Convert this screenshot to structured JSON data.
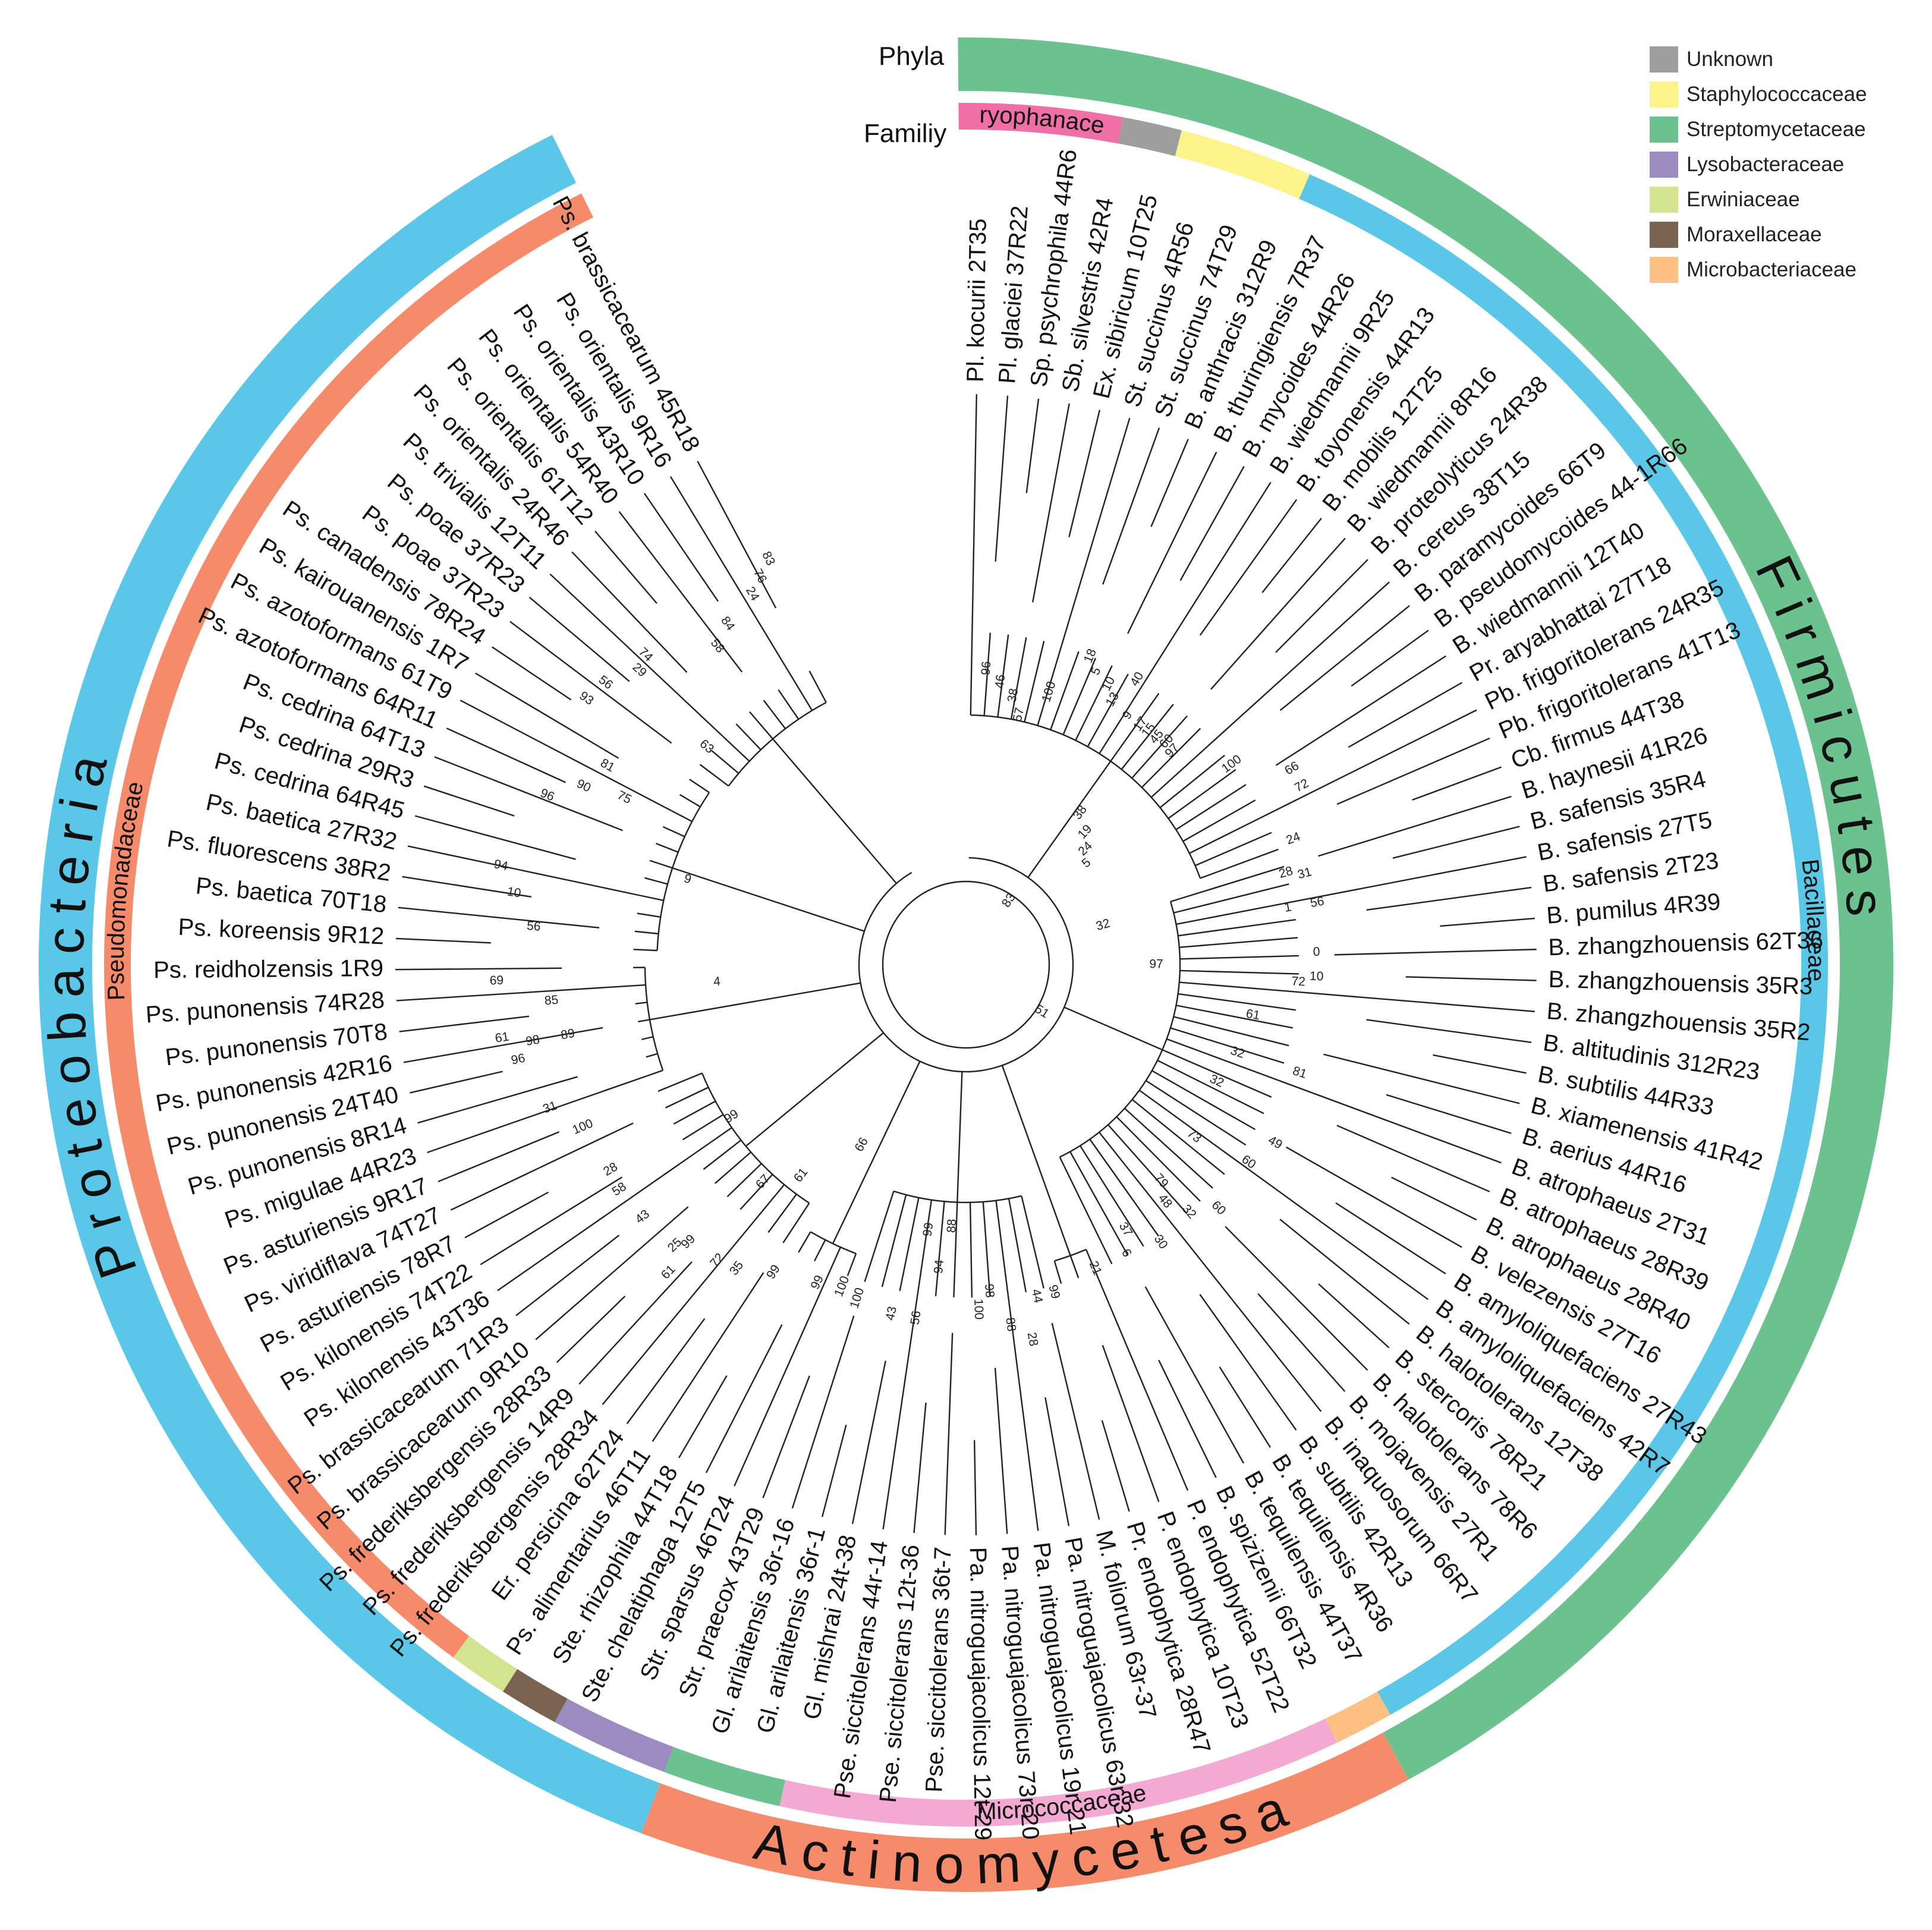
{
  "labels": {
    "phyla": "Phyla",
    "family": "Familiy"
  },
  "legend": [
    {
      "name": "Unknown",
      "color": "#9e9e9e"
    },
    {
      "name": "Staphylococcaceae",
      "color": "#fcf48a"
    },
    {
      "name": "Streptomycetaceae",
      "color": "#6cc28f"
    },
    {
      "name": "Lysobacteraceae",
      "color": "#9b8bc0"
    },
    {
      "name": "Erwiniaceae",
      "color": "#d4e38e"
    },
    {
      "name": "Moraxellaceae",
      "color": "#7a6250"
    },
    {
      "name": "Microbacteriaceae",
      "color": "#fcc182"
    }
  ],
  "phyla_ring": [
    {
      "name": "Firmicutes",
      "color": "#6cc28f",
      "from": 0,
      "to": 152
    },
    {
      "name": "Actinomycetesa",
      "color": "#f68b6c",
      "from": 152,
      "to": 201
    },
    {
      "name": "Proteobacteria",
      "color": "#5bc7e8",
      "from": 201,
      "to": 334
    }
  ],
  "family_ring": [
    {
      "name": "Caryophanaceae",
      "color": "#f06fa6",
      "from": 0,
      "to": 11,
      "show": true
    },
    {
      "name": "",
      "color": "#9e9e9e",
      "from": 11,
      "to": 15,
      "show": false
    },
    {
      "name": "",
      "color": "#fcf48a",
      "from": 15,
      "to": 24,
      "show": false
    },
    {
      "name": "Bacillaceae",
      "color": "#5bc7e8",
      "from": 24,
      "to": 151,
      "show": true
    },
    {
      "name": "",
      "color": "#fcc182",
      "from": 151,
      "to": 155,
      "show": false
    },
    {
      "name": "Micrococcaceae",
      "color": "#f4a9d2",
      "from": 155,
      "to": 193,
      "show": true
    },
    {
      "name": "",
      "color": "#6cc28f",
      "from": 193,
      "to": 201,
      "show": false
    },
    {
      "name": "",
      "color": "#9b8bc0",
      "from": 201,
      "to": 209,
      "show": false
    },
    {
      "name": "",
      "color": "#7a6250",
      "from": 209,
      "to": 213,
      "show": false
    },
    {
      "name": "",
      "color": "#d4e38e",
      "from": 213,
      "to": 217,
      "show": false
    },
    {
      "name": "Pseudomonadaceae",
      "color": "#f68b6c",
      "from": 217,
      "to": 334,
      "show": true
    }
  ],
  "tips": [
    "Pl. kocurii 2T35",
    "Pl. glaciei 37R22",
    "Sp. psychrophila 44R6",
    "Sb. silvestris 42R4",
    "Ex. sibiricum 10T25",
    "St. succinus 4R56",
    "St. succinus 74T29",
    "B. anthracis 312R9",
    "B. thuringiensis 7R37",
    "B. mycoides 44R26",
    "B. wiedmannii 9R25",
    "B. toyonensis 44R13",
    "B. mobilis 12T25",
    "B. wiedmannii 8R16",
    "B. proteolyticus 24R38",
    "B. cereus 38T15",
    "B. paramycoides 66T9",
    "B. pseudomycoides 44-1R66",
    "B. wiedmannii 12T40",
    "Pr. aryabhattai 27T18",
    "Pb. frigoritolerans 24R35",
    "Pb. frigoritolerans 41T13",
    "Cb. firmus 44T38",
    "B. haynesii 41R26",
    "B. safensis 35R4",
    "B. safensis 27T5",
    "B. safensis 2T23",
    "B. pumilus 4R39",
    "B. zhangzhouensis 62T36",
    "B. zhangzhouensis 35R3",
    "B. zhangzhouensis 35R2",
    "B. altitudinis 312R23",
    "B. subtilis 44R33",
    "B. xiamenensis 41R42",
    "B. aerius 44R16",
    "B. atrophaeus 2T31",
    "B. atrophaeus 28R39",
    "B. atrophaeus 28R40",
    "B. velezensis 27T16",
    "B. amyloliquefaciens 27R43",
    "B. amyloliquefaciens 42R7",
    "B. halotolerans 12T38",
    "B. stercoris 78R21",
    "B. halotolerans 78R6",
    "B. mojavensis 27R1",
    "B. inaquosorum 66R7",
    "B. subtilis 42R13",
    "B. tequilensis 4R36",
    "B. tequilensis 44T37",
    "B. spizizenii 66T32",
    "P. endophytica 52T22",
    "P. endophytica 10T23",
    "Pr. endophytica 28R47",
    "M. foliorum 63r-37",
    "Pa. nitroguajacolicus 63r-32",
    "Pa. nitroguajacolicus 19r-21",
    "Pa. nitroguajacolicus 73r-20",
    "Pa. nitroguajacolicus 12t-29",
    "Pse. siccitolerans 36t-7",
    "Pse. siccitolerans 12t-36",
    "Pse. siccitolerans 44r-14",
    "Gl. mishrai 24t-38",
    "Gl. arilaitensis 36r-1",
    "Gl. arilaitensis 36r-16",
    "Str. praecox 43T29",
    "Str. sparsus 46T24",
    "Ste. chelatiphaga 12T5",
    "Ste. rhizophila 44T18",
    "Ps. alimentarius 46T11",
    "Er. persicina 62T24",
    "Ps. frederiksbergensis 28R34",
    "Ps. frederiksbergensis 14R9",
    "Ps. frederiksbergensis 28R33",
    "Ps. brassicacearum 9R10",
    "Ps. brassicacearum 71R3",
    "Ps. kilonensis 43T36",
    "Ps. kilonensis 74T22",
    "Ps. asturiensis 78R7",
    "Ps. viridiflava 74T27",
    "Ps. asturiensis 9R17",
    "Ps. migulae 44R23",
    "Ps. punonensis 8R14",
    "Ps. punonensis 24T40",
    "Ps. punonensis 42R16",
    "Ps. punonensis 70T8",
    "Ps. punonensis 74R28",
    "Ps. reidholzensis 1R9",
    "Ps. koreensis 9R12",
    "Ps. baetica 70T18",
    "Ps. fluorescens 38R2",
    "Ps. baetica 27R32",
    "Ps. cedrina 64R45",
    "Ps. cedrina 29R3",
    "Ps. cedrina 64T13",
    "Ps. azotoformans 64R11",
    "Ps. azotoformans 61T9",
    "Ps. kairouanensis 1R7",
    "Ps. canadensis 78R24",
    "Ps. poae 37R23",
    "Ps. poae 37R23",
    "Ps. trivialis 12T11",
    "Ps. orientalis 24R46",
    "Ps. orientalis 61T12",
    "Ps. orientalis 54R40",
    "Ps. orientalis 43R10",
    "Ps. orientalis 9R16",
    "Ps. brassicacearum 45R18"
  ],
  "bootstraps": [
    {
      "value": "96",
      "angle": 4,
      "r": 500
    },
    {
      "value": "46",
      "angle": 7,
      "r": 480
    },
    {
      "value": "38",
      "angle": 10,
      "r": 460
    },
    {
      "value": "57",
      "angle": 12,
      "r": 430
    },
    {
      "value": "100",
      "angle": 17,
      "r": 480
    },
    {
      "value": "18",
      "angle": 22,
      "r": 560
    },
    {
      "value": "5",
      "angle": 24,
      "r": 540
    },
    {
      "value": "10",
      "angle": 27,
      "r": 530
    },
    {
      "value": "40",
      "angle": 31,
      "r": 560
    },
    {
      "value": "13",
      "angle": 29,
      "r": 510
    },
    {
      "value": "9",
      "angle": 33,
      "r": 500
    },
    {
      "value": "17",
      "angle": 36,
      "r": 500
    },
    {
      "value": "15",
      "angle": 38,
      "r": 500
    },
    {
      "value": "45",
      "angle": 40,
      "r": 500
    },
    {
      "value": "60",
      "angle": 42,
      "r": 505
    },
    {
      "value": "97",
      "angle": 44,
      "r": 500
    },
    {
      "value": "100",
      "angle": 53,
      "r": 560
    },
    {
      "value": "38",
      "angle": 37,
      "r": 320
    },
    {
      "value": "19",
      "angle": 42,
      "r": 300
    },
    {
      "value": "24",
      "angle": 46,
      "r": 280
    },
    {
      "value": "5",
      "angle": 50,
      "r": 265
    },
    {
      "value": "83",
      "angle": 34,
      "r": 130
    },
    {
      "value": "32",
      "angle": 74,
      "r": 240
    },
    {
      "value": "66",
      "angle": 59,
      "r": 640
    },
    {
      "value": "72",
      "angle": 62,
      "r": 640
    },
    {
      "value": "24",
      "angle": 69,
      "r": 590
    },
    {
      "value": "31",
      "angle": 75,
      "r": 590
    },
    {
      "value": "56",
      "angle": 80,
      "r": 600
    },
    {
      "value": "28",
      "angle": 74,
      "r": 560
    },
    {
      "value": "1",
      "angle": 80,
      "r": 550
    },
    {
      "value": "0",
      "angle": 88,
      "r": 590
    },
    {
      "value": "10",
      "angle": 92,
      "r": 590
    },
    {
      "value": "72",
      "angle": 93,
      "r": 560
    },
    {
      "value": "97",
      "angle": 90,
      "r": 320
    },
    {
      "value": "61",
      "angle": 100,
      "r": 490
    },
    {
      "value": "32",
      "angle": 108,
      "r": 480
    },
    {
      "value": "32",
      "angle": 115,
      "r": 465
    },
    {
      "value": "81",
      "angle": 108,
      "r": 590
    },
    {
      "value": "49",
      "angle": 120,
      "r": 600
    },
    {
      "value": "60",
      "angle": 125,
      "r": 580
    },
    {
      "value": "73",
      "angle": 127,
      "r": 480
    },
    {
      "value": "79",
      "angle": 138,
      "r": 490
    },
    {
      "value": "48",
      "angle": 140,
      "r": 520
    },
    {
      "value": "32",
      "angle": 138,
      "r": 560
    },
    {
      "value": "60",
      "angle": 134,
      "r": 590
    },
    {
      "value": "37",
      "angle": 149,
      "r": 520
    },
    {
      "value": "6",
      "angle": 151,
      "r": 555
    },
    {
      "value": "30",
      "angle": 145,
      "r": 570
    },
    {
      "value": "21",
      "angle": 157,
      "r": 555
    },
    {
      "value": "51",
      "angle": 122,
      "r": 150
    },
    {
      "value": "99",
      "angle": 165,
      "r": 570
    },
    {
      "value": "44",
      "angle": 168,
      "r": 570
    },
    {
      "value": "88",
      "angle": 183,
      "r": 440
    },
    {
      "value": "99",
      "angle": 188,
      "r": 450
    },
    {
      "value": "94",
      "angle": 185,
      "r": 510
    },
    {
      "value": "98",
      "angle": 176,
      "r": 550
    },
    {
      "value": "100",
      "angle": 178,
      "r": 580
    },
    {
      "value": "88",
      "angle": 173,
      "r": 610
    },
    {
      "value": "28",
      "angle": 170,
      "r": 640
    },
    {
      "value": "56",
      "angle": 188,
      "r": 600
    },
    {
      "value": "43",
      "angle": 192,
      "r": 600
    },
    {
      "value": "100",
      "angle": 198,
      "r": 590
    },
    {
      "value": "100",
      "angle": 201,
      "r": 580
    },
    {
      "value": "99",
      "angle": 205,
      "r": 590
    },
    {
      "value": "66",
      "angle": 210,
      "r": 350
    },
    {
      "value": "61",
      "angle": 218,
      "r": 450
    },
    {
      "value": "67",
      "angle": 223,
      "r": 500
    },
    {
      "value": "99",
      "angle": 212,
      "r": 610
    },
    {
      "value": "35",
      "angle": 217,
      "r": 640
    },
    {
      "value": "72",
      "angle": 220,
      "r": 650
    },
    {
      "value": "99",
      "angle": 225,
      "r": 660
    },
    {
      "value": "25",
      "angle": 226,
      "r": 680
    },
    {
      "value": "43",
      "angle": 232,
      "r": 690
    },
    {
      "value": "58",
      "angle": 237,
      "r": 695
    },
    {
      "value": "28",
      "angle": 240,
      "r": 690
    },
    {
      "value": "61",
      "angle": 224,
      "r": 720
    },
    {
      "value": "100",
      "angle": 247,
      "r": 700
    },
    {
      "value": "31",
      "angle": 251,
      "r": 740
    },
    {
      "value": "99",
      "angle": 237,
      "r": 470
    },
    {
      "value": "4",
      "angle": 266,
      "r": 420
    },
    {
      "value": "61",
      "angle": 261,
      "r": 790
    },
    {
      "value": "96",
      "angle": 258,
      "r": 770
    },
    {
      "value": "98",
      "angle": 260,
      "r": 740
    },
    {
      "value": "69",
      "angle": 268,
      "r": 790
    },
    {
      "value": "85",
      "angle": 265,
      "r": 700
    },
    {
      "value": "89",
      "angle": 260,
      "r": 680
    },
    {
      "value": "56",
      "angle": 275,
      "r": 730
    },
    {
      "value": "10",
      "angle": 279,
      "r": 770
    },
    {
      "value": "94",
      "angle": 282,
      "r": 800
    },
    {
      "value": "9",
      "angle": 287,
      "r": 490
    },
    {
      "value": "75",
      "angle": 296,
      "r": 640
    },
    {
      "value": "90",
      "angle": 295,
      "r": 710
    },
    {
      "value": "96",
      "angle": 292,
      "r": 760
    },
    {
      "value": "81",
      "angle": 299,
      "r": 690
    },
    {
      "value": "63",
      "angle": 310,
      "r": 570
    },
    {
      "value": "93",
      "angle": 305,
      "r": 780
    },
    {
      "value": "56",
      "angle": 308,
      "r": 770
    },
    {
      "value": "29",
      "angle": 312,
      "r": 740
    },
    {
      "value": "74",
      "angle": 314,
      "r": 750
    },
    {
      "value": "58",
      "angle": 322,
      "r": 680
    },
    {
      "value": "84",
      "angle": 325,
      "r": 700
    },
    {
      "value": "24",
      "angle": 330,
      "r": 720
    },
    {
      "value": "76",
      "angle": 332,
      "r": 740
    },
    {
      "value": "83",
      "angle": 334,
      "r": 760
    }
  ]
}
